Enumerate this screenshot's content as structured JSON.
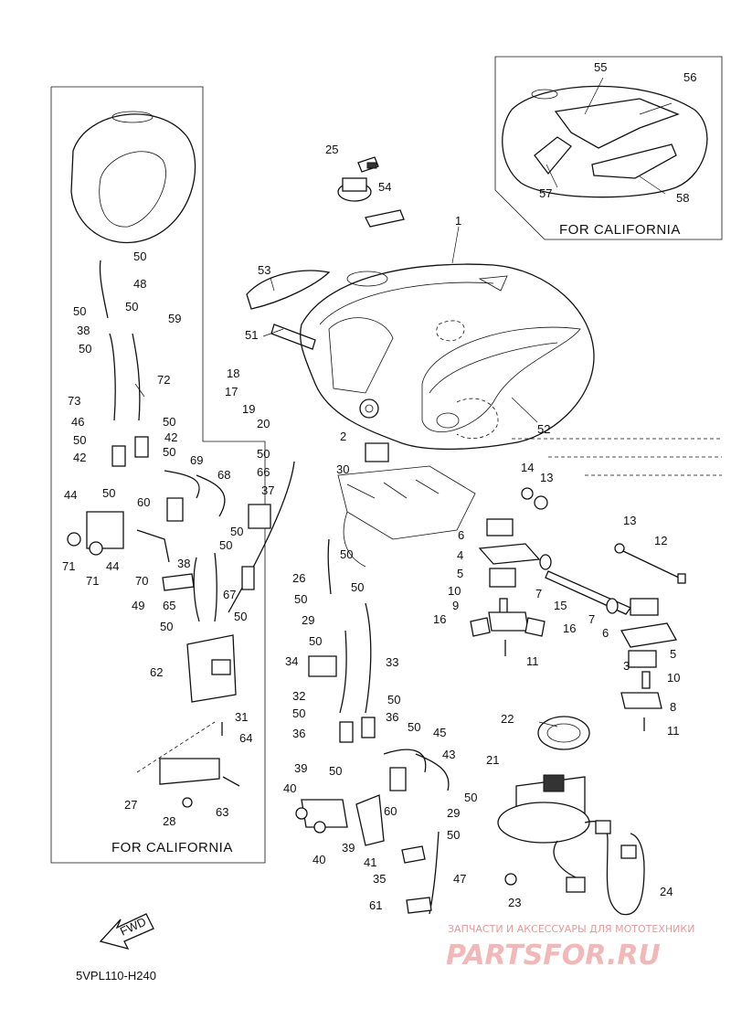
{
  "diagram_code": "5VPL110-H240",
  "fwd_label": "FWD",
  "california_box_top": {
    "title": "FOR CALIFORNIA",
    "parts": [
      "55",
      "56",
      "57",
      "58"
    ]
  },
  "california_box_left": {
    "title": "FOR CALIFORNIA"
  },
  "watermark": {
    "tagline": "ЗАПЧАСТИ И АКСЕССУАРЫ ДЛЯ МОТОТЕХНИКИ",
    "brand": "PARTSFOR.RU"
  },
  "callouts": {
    "p1": "1",
    "p2": "2",
    "p3": "3",
    "p4": "4",
    "p5a": "5",
    "p5b": "5",
    "p6a": "6",
    "p6b": "6",
    "p7a": "7",
    "p7b": "7",
    "p8": "8",
    "p9": "9",
    "p10a": "10",
    "p10b": "10",
    "p11a": "11",
    "p11b": "11",
    "p12": "12",
    "p13a": "13",
    "p13b": "13",
    "p14": "14",
    "p15": "15",
    "p16a": "16",
    "p16b": "16",
    "p17": "17",
    "p18": "18",
    "p19": "19",
    "p20": "20",
    "p21": "21",
    "p22": "22",
    "p23": "23",
    "p24": "24",
    "p25": "25",
    "p26": "26",
    "p27": "27",
    "p28": "28",
    "p29a": "29",
    "p29b": "29",
    "p30": "30",
    "p31": "31",
    "p32": "32",
    "p33": "33",
    "p34": "34",
    "p35": "35",
    "p36a": "36",
    "p36b": "36",
    "p37": "37",
    "p38a": "38",
    "p38b": "38",
    "p39a": "39",
    "p39b": "39",
    "p40a": "40",
    "p40b": "40",
    "p41": "41",
    "p42a": "42",
    "p42b": "42",
    "p43": "43",
    "p44a": "44",
    "p44b": "44",
    "p45": "45",
    "p46": "46",
    "p47": "47",
    "p48": "48",
    "p49": "49",
    "p50a": "50",
    "p50b": "50",
    "p50c": "50",
    "p50d": "50",
    "p50e": "50",
    "p50f": "50",
    "p50g": "50",
    "p50h": "50",
    "p50i": "50",
    "p50j": "50",
    "p50k": "50",
    "p50l": "50",
    "p50m": "50",
    "p50n": "50",
    "p50o": "50",
    "p50p": "50",
    "p50q": "50",
    "p50r": "50",
    "p50s": "50",
    "p50t": "50",
    "p50u": "50",
    "p50v": "50",
    "p50w": "50",
    "p51": "51",
    "p52": "52",
    "p53": "53",
    "p54": "54",
    "p55": "55",
    "p56": "56",
    "p57": "57",
    "p58": "58",
    "p59": "59",
    "p60a": "60",
    "p60b": "60",
    "p61": "61",
    "p62": "62",
    "p63": "63",
    "p64": "64",
    "p65": "65",
    "p66": "66",
    "p67": "67",
    "p68": "68",
    "p69": "69",
    "p70": "70",
    "p71a": "71",
    "p71b": "71",
    "p72": "72",
    "p73": "73"
  }
}
